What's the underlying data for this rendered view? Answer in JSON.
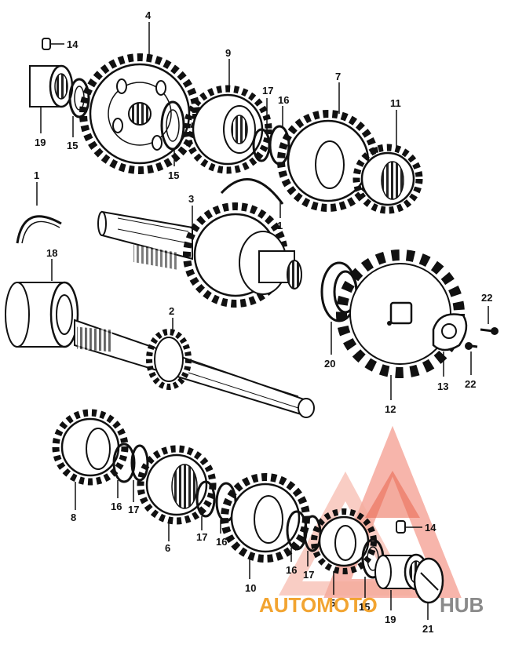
{
  "diagram": {
    "callouts": [
      {
        "id": "c14a",
        "label": "14"
      },
      {
        "id": "c4",
        "label": "4"
      },
      {
        "id": "c9",
        "label": "9"
      },
      {
        "id": "c17a",
        "label": "17"
      },
      {
        "id": "c16a",
        "label": "16"
      },
      {
        "id": "c7",
        "label": "7"
      },
      {
        "id": "c11",
        "label": "11"
      },
      {
        "id": "c19a",
        "label": "19"
      },
      {
        "id": "c15a",
        "label": "15"
      },
      {
        "id": "c15b",
        "label": "15"
      },
      {
        "id": "c1a",
        "label": "1"
      },
      {
        "id": "c3",
        "label": "3"
      },
      {
        "id": "c1b",
        "label": "1"
      },
      {
        "id": "c18a",
        "label": "18"
      },
      {
        "id": "c2",
        "label": "2"
      },
      {
        "id": "c20",
        "label": "20"
      },
      {
        "id": "c22a",
        "label": "22"
      },
      {
        "id": "c22b",
        "label": "22"
      },
      {
        "id": "c13",
        "label": "13"
      },
      {
        "id": "c12",
        "label": "12"
      },
      {
        "id": "c8",
        "label": "8"
      },
      {
        "id": "c16b",
        "label": "16"
      },
      {
        "id": "c17b",
        "label": "17"
      },
      {
        "id": "c6",
        "label": "6"
      },
      {
        "id": "c17c",
        "label": "17"
      },
      {
        "id": "c16c",
        "label": "16"
      },
      {
        "id": "c10",
        "label": "10"
      },
      {
        "id": "c16d",
        "label": "16"
      },
      {
        "id": "c17d",
        "label": "17"
      },
      {
        "id": "c5",
        "label": "5"
      },
      {
        "id": "c15c",
        "label": "15"
      },
      {
        "id": "c14b",
        "label": "14"
      },
      {
        "id": "c19b",
        "label": "19"
      },
      {
        "id": "c21",
        "label": "21"
      }
    ],
    "watermark": {
      "text_left": "AUTOMOTO",
      "text_right": "HUB",
      "color_red": "#e8533a",
      "color_orange": "#f2a431",
      "color_gray": "#8a8a8a"
    }
  }
}
